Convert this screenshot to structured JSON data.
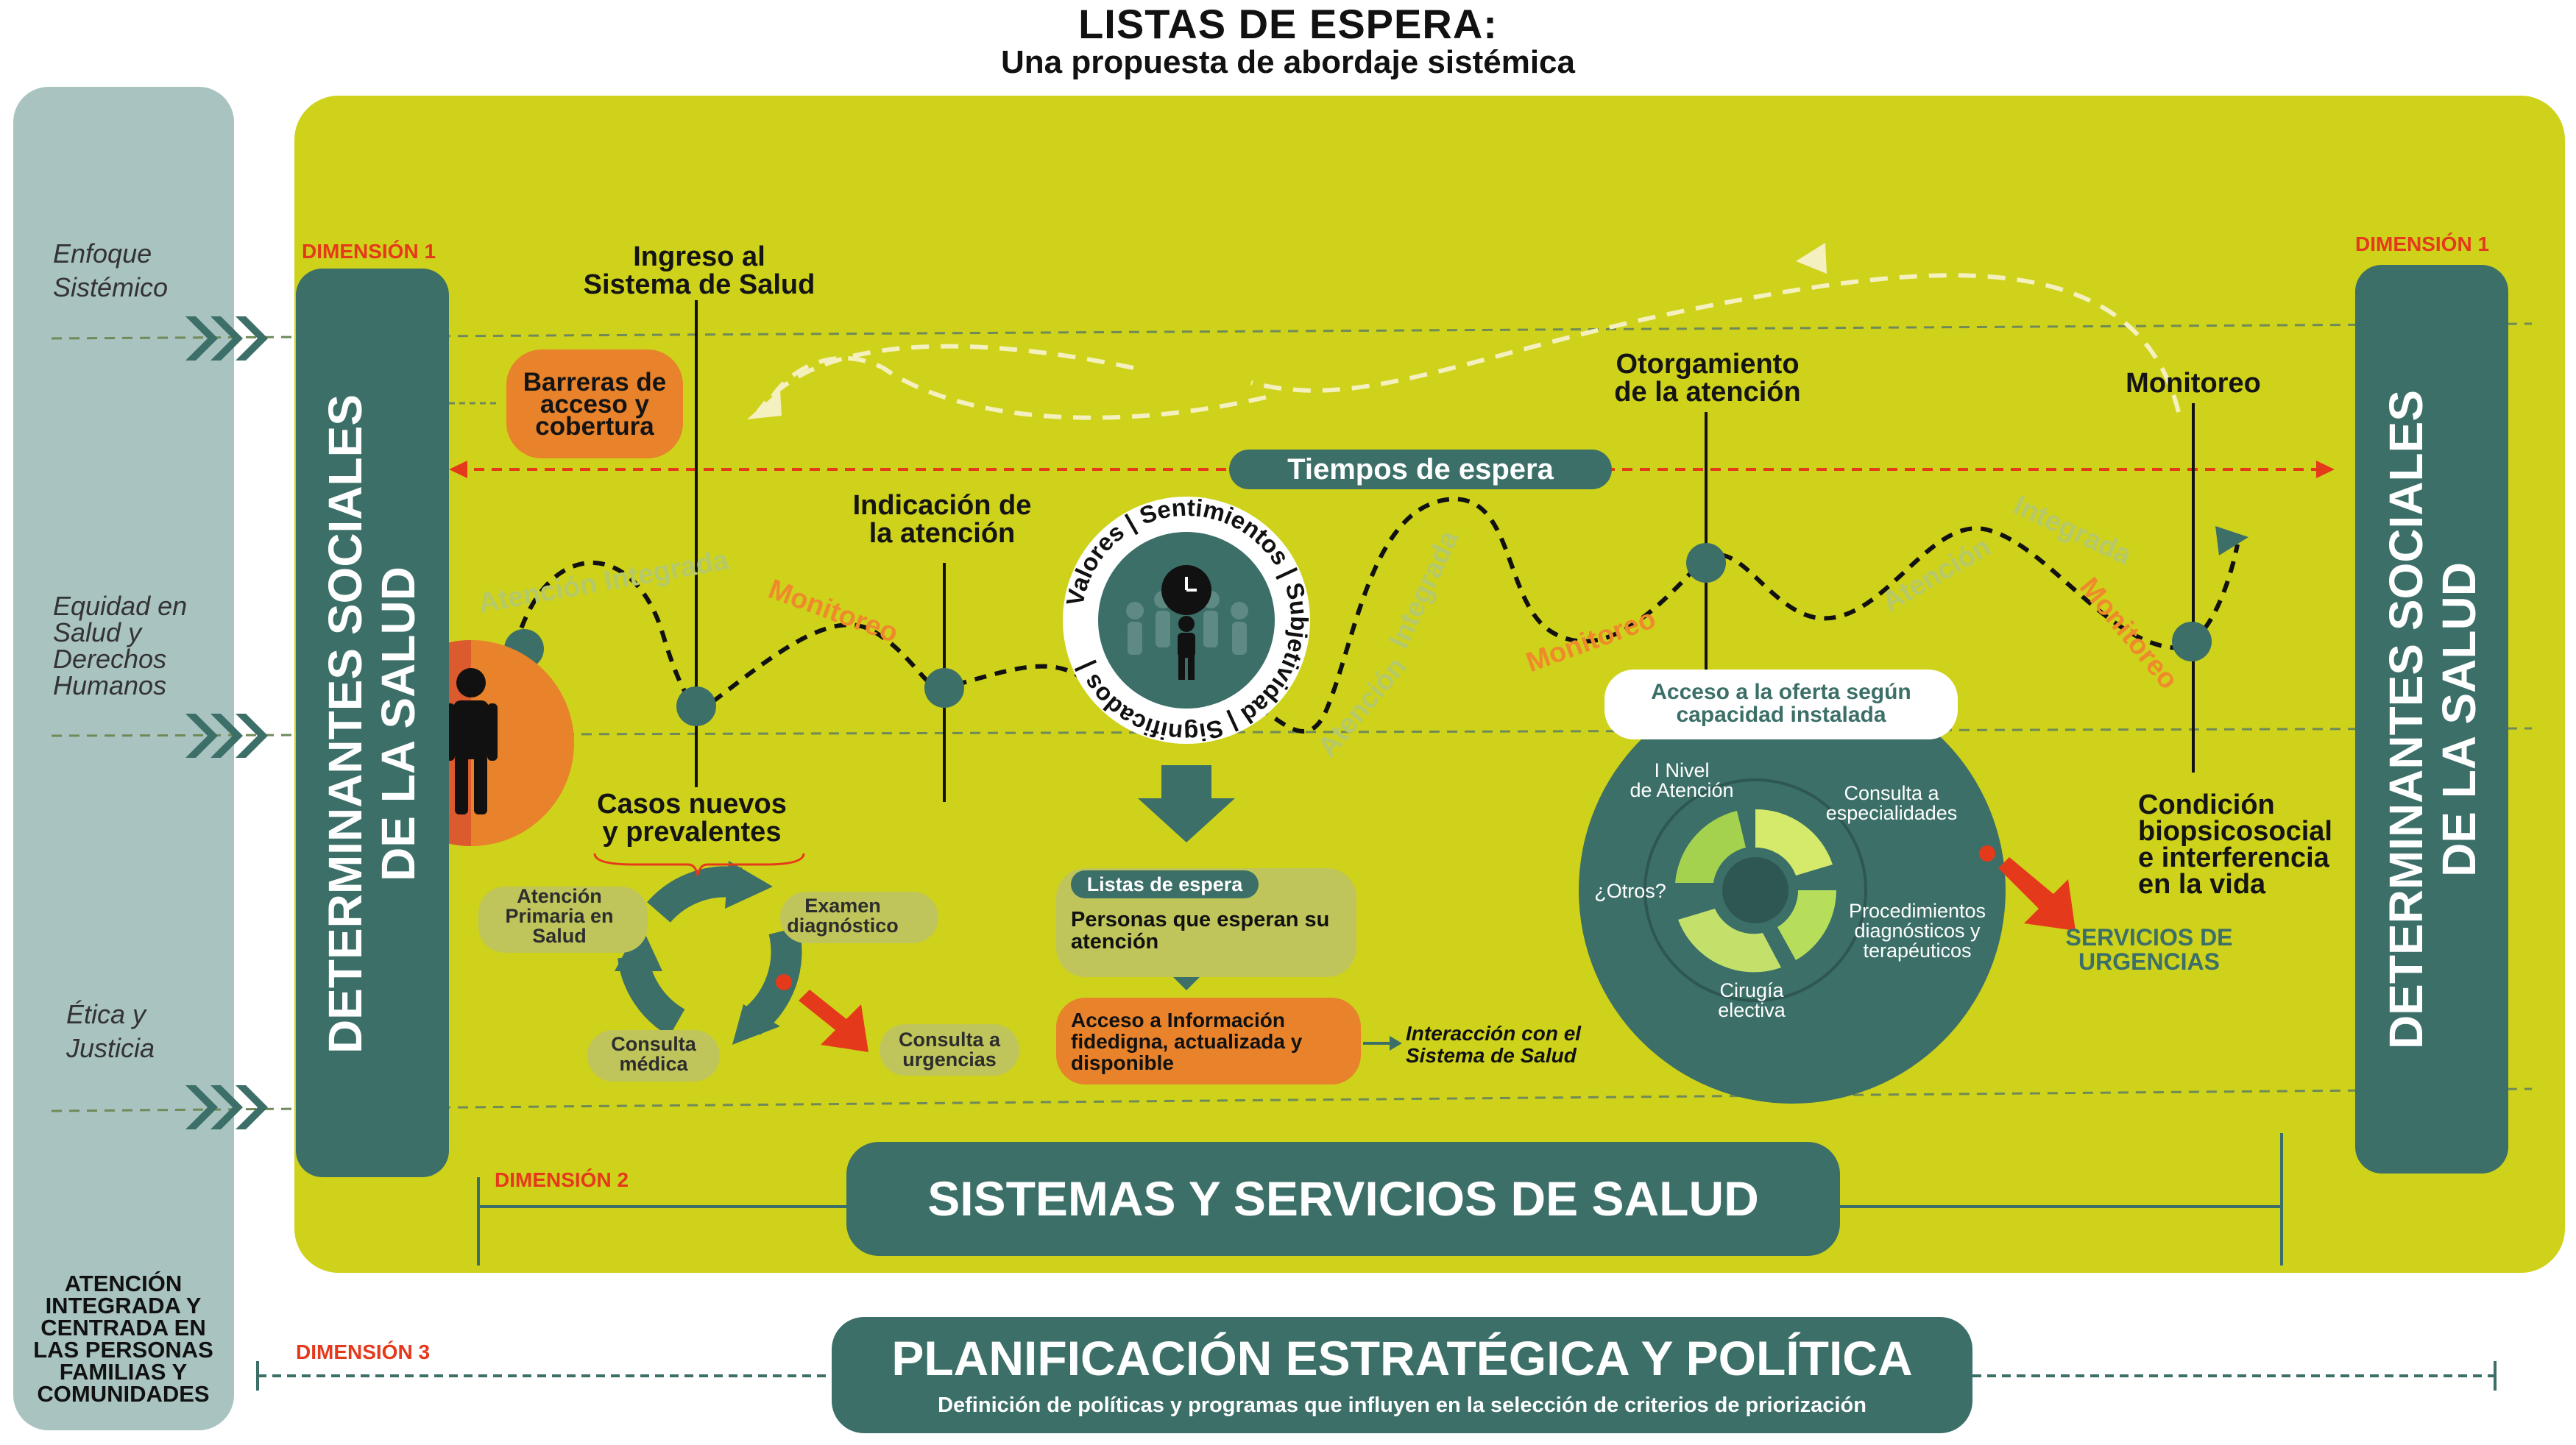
{
  "title": "LISTAS DE ESPERA:",
  "subtitle": "Una propuesta de abordaje sistémica",
  "left_labels": {
    "enfoque": [
      "Enfoque",
      "Sistémico"
    ],
    "equidad": [
      "Equidad en",
      "Salud y",
      "Derechos",
      "Humanos"
    ],
    "etica": [
      "Ética y",
      "Justicia"
    ],
    "bottom": "ATENCIÓN INTEGRADA Y CENTRADA EN LAS PERSONAS FAMILIAS Y COMUNIDADES"
  },
  "dimensions": {
    "dim1_left": "DIMENSIÓN 1",
    "dim1_right": "DIMENSIÓN 1",
    "dim2": "DIMENSIÓN 2",
    "dim3": "DIMENSIÓN 3"
  },
  "determinantes": {
    "line1": "DETERMINANTES SOCIALES",
    "line2": "DE LA SALUD"
  },
  "barreras": "Barreras de acceso y cobertura",
  "tiempos": "Tiempos de espera",
  "ingreso": [
    "Ingreso al",
    "Sistema de Salud"
  ],
  "indicacion": [
    "Indicación de",
    "la atención"
  ],
  "otorgamiento": [
    "Otorgamiento",
    "de la atención"
  ],
  "monitoreo_title": "Monitoreo",
  "casos": [
    "Casos nuevos",
    "y prevalentes"
  ],
  "condicion": [
    "Condición",
    "biopsicosocial",
    "e interferencia",
    "en la vida"
  ],
  "wave_labels": {
    "atencion_integrada_1": "Atención Integrada",
    "monitoreo_1": "Monitoreo",
    "integrada_2": "Integrada",
    "atencion_2": "Atención",
    "monitoreo_2": "Monitoreo",
    "atencion_3": "Atención",
    "integrada_3": "Integrada",
    "monitoreo_3": "Monitoreo"
  },
  "ring_text": "Valores | Sentimientos | Subjetividad | Significados |",
  "cycle_nodes": {
    "atencion_primaria": [
      "Atención",
      "Primaria en",
      "Salud"
    ],
    "examen": [
      "Examen",
      "diagnóstico"
    ],
    "consulta_medica": [
      "Consulta",
      "médica"
    ],
    "consulta_urgencias": [
      "Consulta a",
      "urgencias"
    ]
  },
  "listas_tag": "Listas de espera",
  "personas": [
    "Personas que esperan su",
    "atención"
  ],
  "acceso_info": [
    "Acceso a Información",
    "fidedigna, actualizada y",
    "disponible"
  ],
  "interaccion": [
    "Interacción con el",
    "Sistema de Salud"
  ],
  "acceso_oferta": [
    "Acceso a la oferta según",
    "capacidad instalada"
  ],
  "oferta_nodes": {
    "nivel": [
      "I Nivel",
      "de Atención"
    ],
    "especialidades": [
      "Consulta a",
      "especialidades"
    ],
    "procedimientos": [
      "Procedimientos",
      "diagnósticos y",
      "terapéuticos"
    ],
    "cirugia": [
      "Cirugía",
      "electiva"
    ],
    "otros": "¿Otros?"
  },
  "servicios_urgencias": [
    "SERVICIOS DE",
    "URGENCIAS"
  ],
  "sistemas": "SISTEMAS Y SERVICIOS DE SALUD",
  "planificacion": "PLANIFICACIÓN ESTRATÉGICA Y POLÍTICA",
  "planificacion_sub": "Definición de políticas y programas que influyen en la selección de criterios de priorización",
  "colors": {
    "panel": "#cfd21a",
    "teal": "#3b6f68",
    "orange": "#e8822b",
    "red": "#e5391c",
    "sidebar": "#a9c3c1"
  }
}
